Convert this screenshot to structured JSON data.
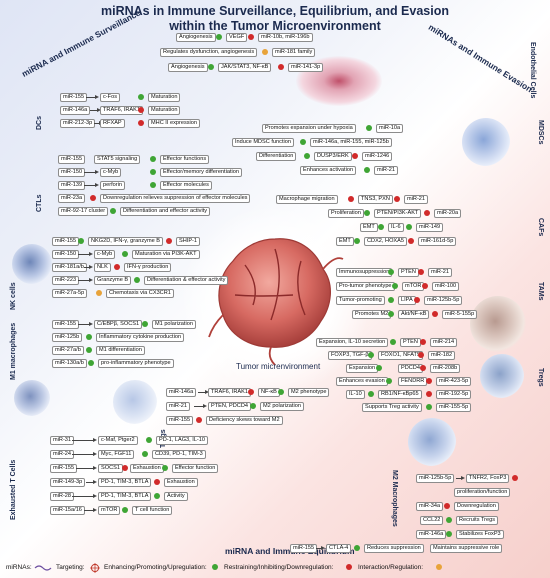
{
  "title_line1": "miRNAs in Immune Surveillance, Equilibrium, and Evasion",
  "title_line2": "within the Tumor Microenvironment",
  "sections": {
    "surveillance": "miRNA and Immune Surveillance",
    "evasion": "miRNAs and Immune Evasion",
    "equilibrium": "miRNA and Immune Equilibrium"
  },
  "center_label": "Tumor micrenvironment",
  "cell_labels": {
    "dcs": "DCs",
    "ctls": "CTLs",
    "nk": "NK cells",
    "m1": "M1 macrophages",
    "exh": "Exhausted T Cells",
    "endo": "Endothelial Cells",
    "mdsc": "MDSCs",
    "cafs": "CAFs",
    "tams": "TAMs",
    "tregs_right": "Tregs",
    "tregs_mid": "Tregs",
    "m2": "M2 Macrophages"
  },
  "endo": [
    {
      "l": "Angiogenesis",
      "m": "VEGF",
      "mi": "miR-10b, miR-196b"
    },
    {
      "l": "Regulates dysfunction, angiogenesis",
      "m": "",
      "mi": "miR-181 family"
    },
    {
      "l": "Angiogenesis",
      "m": "JAK/STAT3, NF-κB",
      "mi": "miR-141-3p"
    }
  ],
  "dcs": [
    {
      "mi": "miR-155",
      "t": "c-Fos",
      "o": "Maturation"
    },
    {
      "mi": "miR-146a",
      "t": "TRAF6, IRAK1",
      "o": "Maturation"
    },
    {
      "mi": "miR-212-3p",
      "t": "RFXAP",
      "o": "MHC II expression"
    }
  ],
  "ctls": [
    {
      "mi": "miR-155",
      "t": "STAT5 signaling",
      "o": "Effector functions"
    },
    {
      "mi": "miR-150",
      "t": "c-Myb",
      "o": "Effector/memory differentiation"
    },
    {
      "mi": "miR-139",
      "t": "perforin",
      "o": "Effector molecules"
    },
    {
      "mi": "miR-23a",
      "t": "",
      "o": "Downregulation relieves suppression of effector molecules"
    },
    {
      "mi": "miR-92-17 cluster",
      "t": "",
      "o": "Differentiation and effector activity"
    }
  ],
  "nk": [
    {
      "mi": "miR-155",
      "t": "NKG2D, IFN-γ, granzyme B",
      "o": "SHIP-1"
    },
    {
      "mi": "miR-150",
      "t": "c-Myb",
      "o": "Maturation via PI3K-AKT"
    },
    {
      "mi": "miR-181a/b",
      "t": "NLK",
      "o": "IFN-γ production"
    },
    {
      "mi": "miR-223",
      "t": "Granzyme B",
      "o": "Differentiation & effector activity"
    },
    {
      "mi": "miR-27a-5p",
      "t": "",
      "o": "Chemotaxis via CX3CR1"
    }
  ],
  "m1": [
    {
      "mi": "miR-155",
      "t": "C/EBPβ, SOCS1",
      "o": "M1 polarization"
    },
    {
      "mi": "miR-125b",
      "t": "",
      "o": "Inflammatory cytokine production"
    },
    {
      "mi": "miR-27a/b",
      "t": "",
      "o": "M1 differentiation"
    },
    {
      "mi": "miR-130a/b",
      "t": "",
      "o": "pro-inflammatory phenotype"
    }
  ],
  "mdsc": [
    {
      "l": "Promotes expansion under hypoxia",
      "m": "",
      "mi": "miR-10a"
    },
    {
      "l": "Induce MDSC function",
      "m": "",
      "mi": "miR-146a, miR-155, miR-125b"
    },
    {
      "l": "Differentiation",
      "m": "DUSP3/ERK",
      "mi": "miR-1246"
    },
    {
      "l": "Enhances activation",
      "m": "",
      "mi": "miR-21"
    }
  ],
  "cafs": [
    {
      "l": "Macrophage migration",
      "m": "TNS3, PXN",
      "mi": "miR-21"
    },
    {
      "l": "Proliferation",
      "m": "PTEN/PI3K-AKT",
      "mi": "miR-20a"
    },
    {
      "l": "EMT",
      "m": "IL-6",
      "mi": "miR-149"
    },
    {
      "l": "EMT",
      "m": "CDX2, HOXA5",
      "mi": "miR-161d-5p"
    }
  ],
  "tams": [
    {
      "l": "Immunosuppression",
      "m": "PTEN",
      "mi": "miR-21"
    },
    {
      "l": "Pro-tumor phenotype",
      "m": "mTOR",
      "mi": "miR-100"
    },
    {
      "l": "Tumor-promoting",
      "m": "LIPA",
      "mi": "miR-125b-5p"
    },
    {
      "l": "Promotes M2",
      "m": "Akt/NF-κB",
      "mi": "miR-5-155p"
    }
  ],
  "tregs_right": [
    {
      "l": "Expansion, IL-10 secretion",
      "m": "PTEN",
      "mi": "miR-214"
    },
    {
      "l": "FOXP3, TGF-β",
      "m": "FOXO1, NFAT5",
      "mi": "miR-182"
    },
    {
      "l": "Expansion",
      "m": "PDCD4",
      "mi": "miR-208b"
    },
    {
      "l": "Enhances evasion",
      "m": "FENDRR",
      "mi": "miR-423-5p"
    },
    {
      "l": "IL-10",
      "m": "RB1/NF-κBp65",
      "mi": "miR-192-5p"
    },
    {
      "l": "Supports Treg activity",
      "m": "",
      "mi": "miR-155-5p"
    }
  ],
  "tregs_mid": [
    {
      "mi": "miR-146a",
      "t": "TRAF6, IRAK1",
      "m": "NF-κB",
      "o": "M2 phenotype"
    },
    {
      "mi": "miR-21",
      "t": "PTEN, PDCD4",
      "m": "",
      "o": "M2 polarization"
    },
    {
      "mi": "miR-155",
      "t": "",
      "m": "",
      "o": "Deficiency skews toward M2"
    }
  ],
  "exh": [
    {
      "mi": "miR-31",
      "t": "c-Maf, Ptger2",
      "o": "PD-1, LAG3, IL-10"
    },
    {
      "mi": "miR-24",
      "t": "Myc, FGF11",
      "o": "CD39, PD-1, TIM-3"
    },
    {
      "mi": "miR-155",
      "t": "SOCS1",
      "m": "Exhaustion",
      "o": "Effector function"
    },
    {
      "mi": "miR-149-3p",
      "t": "PD-1, TIM-3, BTLA",
      "o": "Exhaustion"
    },
    {
      "mi": "miR-28",
      "t": "PD-1, TIM-3, BTLA",
      "o": "Activity"
    },
    {
      "mi": "miR-15a/16",
      "t": "mTOR",
      "o": "T cell function"
    }
  ],
  "m2": [
    {
      "mi": "miR-125b-5p",
      "t": "TNFR2, FoxP3",
      "o": "proliferation/function"
    },
    {
      "mi": "miR-34a",
      "t": "Downregulation",
      "m": "CCL22",
      "o": "Recruits Tregs"
    },
    {
      "mi": "miR-146a",
      "t": "Stabilizes FoxP3",
      "o": "Maintains suppressive role"
    },
    {
      "mi": "miR-155",
      "t": "CTLA-4",
      "o": "Reduces suppression"
    }
  ],
  "legend": {
    "mirnas": "miRNAs:",
    "targeting": "Targeting:",
    "enhancing": "Enhancing/Promoting/Upregulation:",
    "restraining": "Restraining/Inhibiting/Downregulation:",
    "interaction": "Interaction/Regulation:"
  },
  "colors": {
    "enhance": "#3fa535",
    "inhibit": "#d12a2a",
    "interaction": "#e8a33a",
    "title": "#1b2a4e"
  }
}
